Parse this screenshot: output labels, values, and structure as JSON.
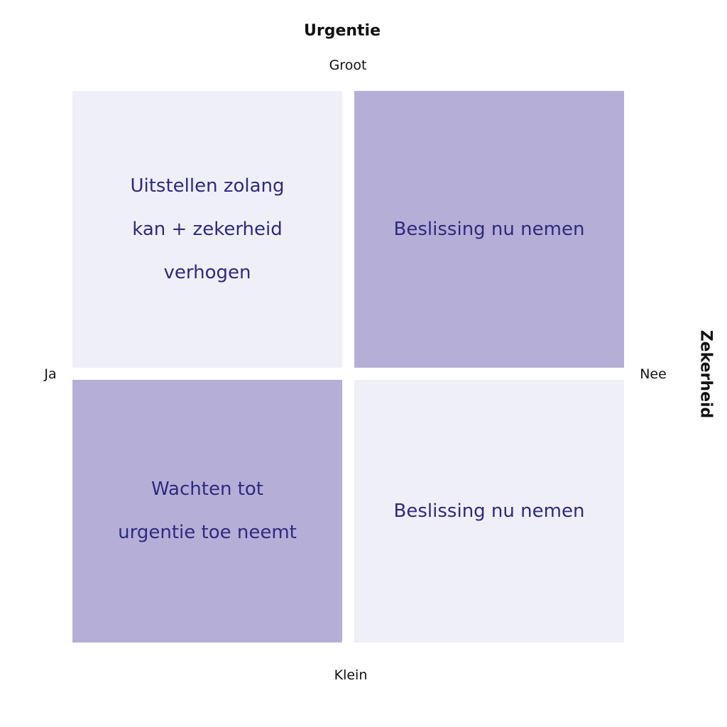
{
  "axes": {
    "vertical": {
      "title": "Urgentie",
      "top_label": "Groot",
      "bottom_label": "Klein"
    },
    "horizontal": {
      "title": "Zekerheid",
      "left_label": "Ja",
      "right_label": "Nee"
    }
  },
  "quadrants": {
    "top_left": {
      "text": "Uitstellen zolang\nkan + zekerheid\nverhogen"
    },
    "top_right": {
      "text": "Beslissing nu nemen"
    },
    "bottom_left": {
      "text": "Wachten tot\nurgentie toe neemt"
    },
    "bottom_right": {
      "text": "Beslissing nu nemen"
    }
  },
  "colors": {
    "light_fill": "#efeff7",
    "dark_fill": "#b5afd7",
    "quadrant_text": "#2e2a7e"
  }
}
